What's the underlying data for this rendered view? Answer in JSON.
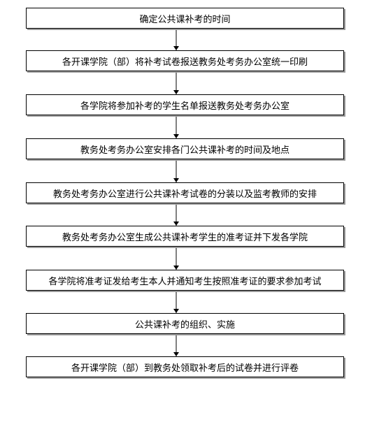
{
  "flowchart": {
    "steps": [
      "确定公共课补考的时间",
      "各开课学院（部）将补考试卷报送教务处考务办公室统一印刷",
      "各学院将参加补考的学生名单报送教务处考务办公室",
      "教务处考务办公室安排各门公共课补考的时间及地点",
      "教务处考务办公室进行公共课补考试卷的分装以及监考教师的安排",
      "教务处考务办公室生成公共课补考学生的准考证并下发各学院",
      "各学院将准考证发给考生本人并通知考生按照准考证的要求参加考试",
      "公共课补考的组织、实施",
      "各开课学院（部）到教务处领取补考后的试卷并进行评卷"
    ]
  }
}
